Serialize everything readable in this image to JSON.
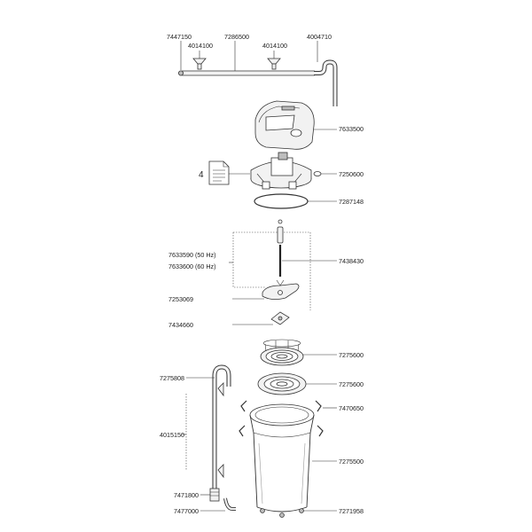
{
  "labels": {
    "l7447150": "7447150",
    "l7286500": "7286500",
    "l4004710": "4004710",
    "l4014100a": "4014100",
    "l4014100b": "4014100",
    "l7633500": "7633500",
    "l7250600": "7250600",
    "l7287148": "7287148",
    "l4": "4",
    "l7633590": "7633590 (50 Hz)",
    "l7633600": "7633600 (60 Hz)",
    "l7438430": "7438430",
    "l7253069": "7253069",
    "l7434660": "7434660",
    "l7275600a": "7275600",
    "l7275600b": "7275600",
    "l7275808": "7275808",
    "l7470650": "7470650",
    "l4015150": "4015150",
    "l7275500": "7275500",
    "l7471800": "7471800",
    "l7477000": "7477000",
    "l7271958": "7271958"
  },
  "icons": {
    "document": "document-icon"
  }
}
